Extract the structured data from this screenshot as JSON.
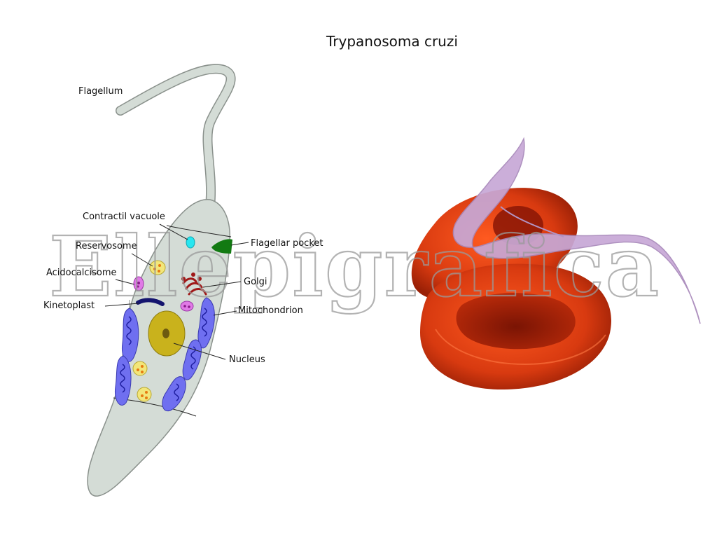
{
  "title": "Trypanosoma cruzi",
  "labels": {
    "flagellum": "Flagellum",
    "contractile_vacuole": "Contractil vacuole",
    "reservosome": "Reservosome",
    "acidocalcisome": "Acidocalcisome",
    "kinetoplast": "Kinetoplast",
    "flagellar_pocket": "Flagellar pocket",
    "golgi": "Golgi",
    "mitochondrion": "Mitochondrion",
    "nucleus": "Nucleus"
  },
  "watermark": "Ellepigrafica",
  "colors": {
    "cell_body": "#d4dcd6",
    "cell_outline": "#8a918c",
    "mitochondrion": "#6f6ff0",
    "mitochondrion_crista": "#1f1fa0",
    "nucleus": "#c9b21c",
    "nucleolus": "#6d5a10",
    "reservosome": "#f2e67a",
    "acidocalcisome": "#e07ae6",
    "contractile_vacuole": "#28e6f0",
    "flagellar_pocket": "#127a12",
    "golgi": "#a01818",
    "kinetoplast": "#14146e",
    "red_blood_cell": "#d83a10",
    "trypomastigote": "#c7a8d6"
  }
}
